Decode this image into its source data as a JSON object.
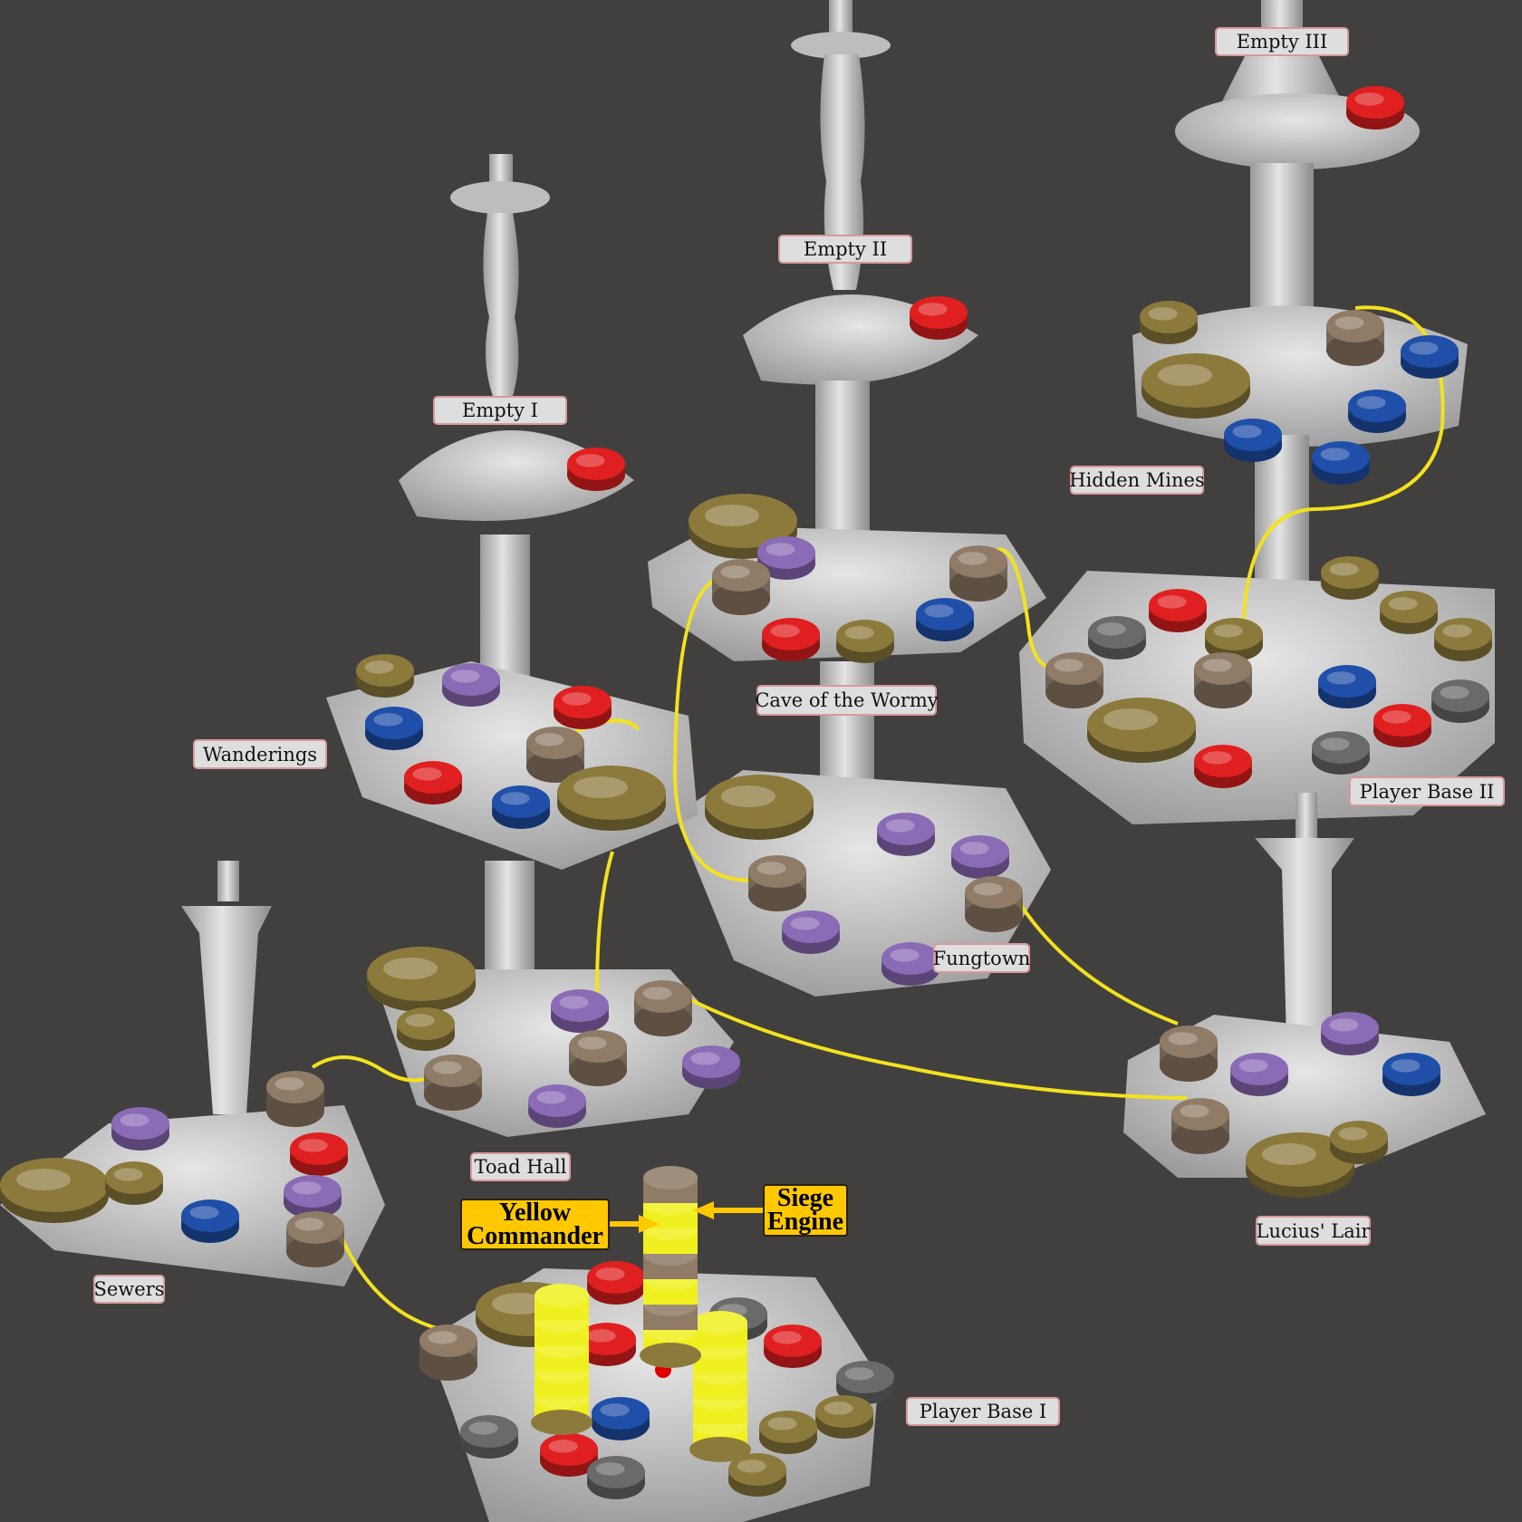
{
  "locations": {
    "empty_3": "Empty III",
    "empty_2": "Empty II",
    "empty_1": "Empty I",
    "hidden_mines": "Hidden Mines",
    "wanderings": "Wanderings",
    "cave_of_the_wormy": "Cave of the Wormy",
    "player_base_2": "Player Base II",
    "fungtown": "Fungtown",
    "toad_hall": "Toad Hall",
    "lucius_lair": "Lucius' Lair",
    "sewers": "Sewers",
    "player_base_1": "Player Base I"
  },
  "callouts": {
    "yellow_commander": "Yellow Commander",
    "siege_engine": "Siege Engine"
  },
  "colors": {
    "background": "#42403e",
    "path": "#f2e21e",
    "token_red": "#e02020",
    "token_blue": "#1f4fa8",
    "token_purple": "#8a6bb5",
    "token_gold": "#8c7a3c",
    "token_tan": "#8f7b66",
    "token_yellow": "#f0f020",
    "callout": "#ffc800"
  }
}
